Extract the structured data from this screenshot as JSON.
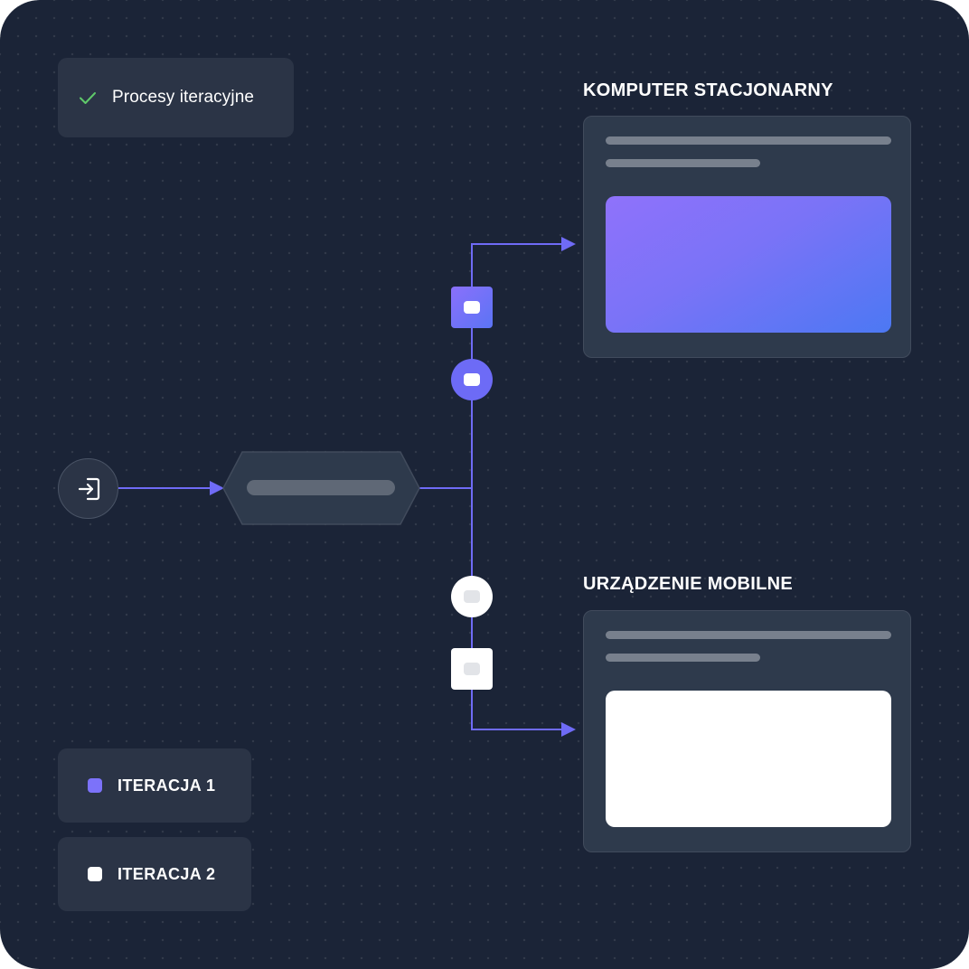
{
  "status_chip": {
    "icon": "check-icon",
    "label": "Procesy iteracyjne",
    "icon_color": "#5fc96a"
  },
  "targets": {
    "desktop": {
      "title": "KOMPUTER STACJONARNY",
      "accent": "#7c72fa"
    },
    "mobile": {
      "title": "URZĄDZENIE MOBILNE",
      "accent": "#ffffff"
    }
  },
  "legend": [
    {
      "label": "ITERACJA 1",
      "color": "#7c72fa"
    },
    {
      "label": "ITERACJA 2",
      "color": "#ffffff"
    }
  ],
  "input_node": {
    "icon": "sign-in-icon"
  },
  "colors": {
    "background": "#1b2437",
    "connector": "#6f6bf6",
    "surface": "#2b3446"
  }
}
